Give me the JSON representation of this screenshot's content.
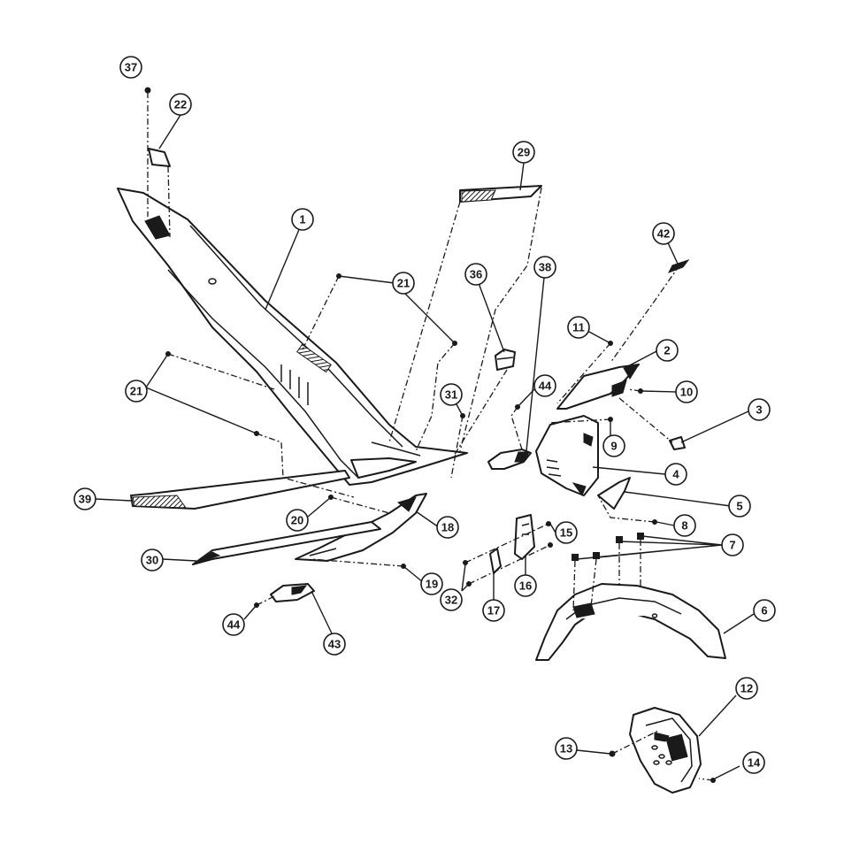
{
  "diagram": {
    "callouts": [
      {
        "id": "c37",
        "label": "37"
      },
      {
        "id": "c22",
        "label": "22"
      },
      {
        "id": "c1",
        "label": "1"
      },
      {
        "id": "c29",
        "label": "29"
      },
      {
        "id": "c21a",
        "label": "21"
      },
      {
        "id": "c21b",
        "label": "21"
      },
      {
        "id": "c36",
        "label": "36"
      },
      {
        "id": "c38",
        "label": "38"
      },
      {
        "id": "c42",
        "label": "42"
      },
      {
        "id": "c11",
        "label": "11"
      },
      {
        "id": "c2",
        "label": "2"
      },
      {
        "id": "c10",
        "label": "10"
      },
      {
        "id": "c3",
        "label": "3"
      },
      {
        "id": "c31",
        "label": "31"
      },
      {
        "id": "c44a",
        "label": "44"
      },
      {
        "id": "c9",
        "label": "9"
      },
      {
        "id": "c4",
        "label": "4"
      },
      {
        "id": "c5",
        "label": "5"
      },
      {
        "id": "c8",
        "label": "8"
      },
      {
        "id": "c7",
        "label": "7"
      },
      {
        "id": "c39",
        "label": "39"
      },
      {
        "id": "c20",
        "label": "20"
      },
      {
        "id": "c18",
        "label": "18"
      },
      {
        "id": "c15",
        "label": "15"
      },
      {
        "id": "c30",
        "label": "30"
      },
      {
        "id": "c16",
        "label": "16"
      },
      {
        "id": "c19",
        "label": "19"
      },
      {
        "id": "c32",
        "label": "32"
      },
      {
        "id": "c17",
        "label": "17"
      },
      {
        "id": "c6",
        "label": "6"
      },
      {
        "id": "c44b",
        "label": "44"
      },
      {
        "id": "c43",
        "label": "43"
      },
      {
        "id": "c12",
        "label": "12"
      },
      {
        "id": "c13",
        "label": "13"
      },
      {
        "id": "c14",
        "label": "14"
      }
    ]
  }
}
